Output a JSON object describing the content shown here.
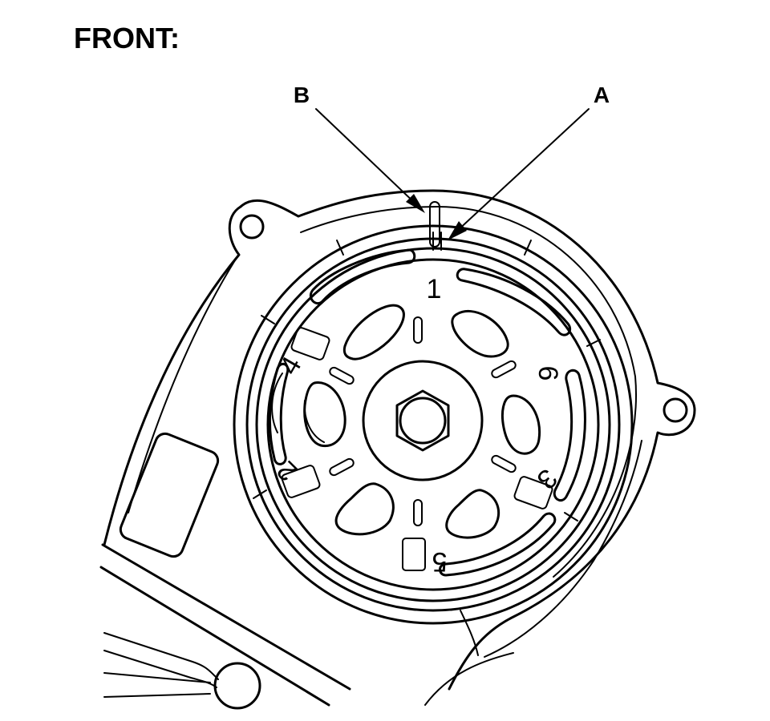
{
  "title": "FRONT:",
  "callouts": [
    {
      "label": "B"
    },
    {
      "label": "A"
    }
  ],
  "pulley_numbers": [
    "1",
    "6",
    "3",
    "5",
    "2",
    "4"
  ],
  "colors": {
    "ink": "#000000",
    "paper": "#ffffff"
  }
}
